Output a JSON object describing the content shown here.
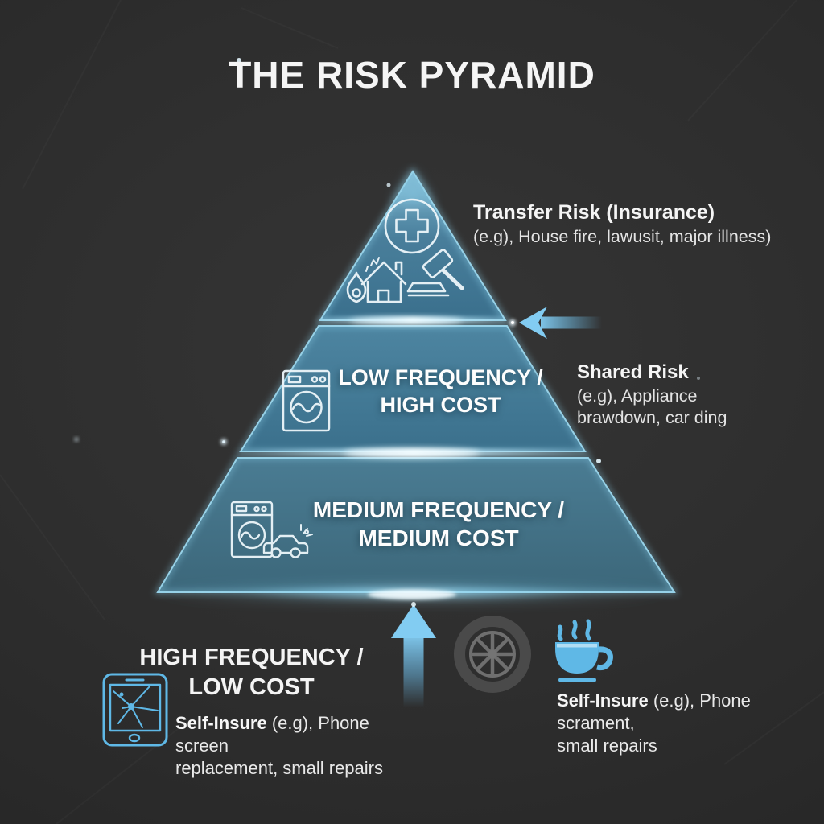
{
  "title": "THE RISK PYRAMID",
  "colors": {
    "background": "#2e2e2e",
    "accent_blue": "#5fb8e6",
    "pyramid_teal": "#3d7492",
    "edge_glow": "#cfeefb",
    "text_primary": "#f5f5f5",
    "text_secondary": "#e4e4e4",
    "tire_gray": "#6f6f6f"
  },
  "pyramid": {
    "tier_top": {
      "icons": [
        "medical-cross-icon",
        "burning-house-icon",
        "gavel-icon"
      ],
      "callout": {
        "heading": "Transfer Risk (Insurance)",
        "detail": "(e.g), House fire, lawusit, major illness)"
      }
    },
    "tier_middle": {
      "label_line1": "LOW FREQUENCY /",
      "label_line2": "HIGH COST",
      "icons": [
        "washing-machine-icon"
      ],
      "callout": {
        "heading": "Shared Risk",
        "detail": "(e.g), Appliance brawdown, car ding"
      }
    },
    "tier_bottom": {
      "label_line1": "MEDIUM FREQUENCY /",
      "label_line2": "MEDIUM COST",
      "icons": [
        "washing-machine-icon",
        "dinged-car-icon"
      ]
    }
  },
  "base": {
    "label_line1": "HIGH FREQUENCY /",
    "label_line2": "LOW COST",
    "left_callout": {
      "icon": "cracked-phone-icon",
      "bold": "Self-Insure",
      "line1_rest": " (e.g), Phone screen",
      "line2": "replacement, small repairs"
    },
    "right_callout": {
      "icons": [
        "tire-icon",
        "coffee-cup-icon"
      ],
      "bold": "Self-Insure",
      "line1_rest": " (e.g), Phone scrament,",
      "line2": "small repairs"
    },
    "arrows": [
      "up-arrow-icon",
      "left-arrow-icon"
    ]
  }
}
